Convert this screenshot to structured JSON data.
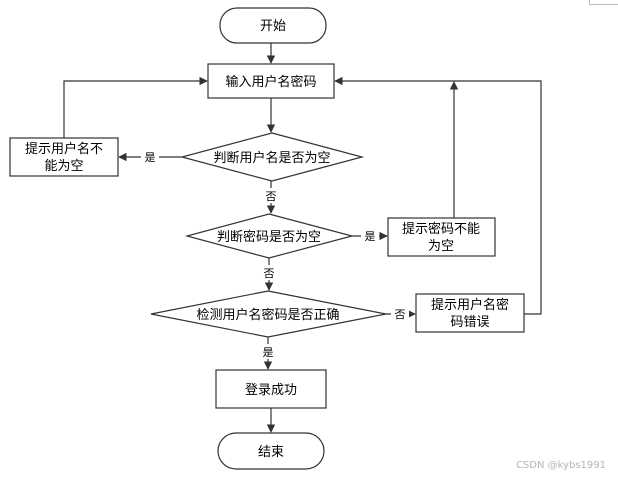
{
  "nodes": {
    "start": "开始",
    "input": "输入用户名密码",
    "check_user": "判断用户名是否为空",
    "user_empty_line1": "提示用户名不",
    "user_empty_line2": "能为空",
    "check_pass": "判断密码是否为空",
    "pass_empty_line1": "提示密码不能",
    "pass_empty_line2": "为空",
    "verify": "检测用户名密码是否正确",
    "wrong_line1": "提示用户名密",
    "wrong_line2": "码错误",
    "success": "登录成功",
    "end": "结束"
  },
  "edges": {
    "yes": "是",
    "no": "否"
  },
  "watermark": "CSDN @kybs1991"
}
